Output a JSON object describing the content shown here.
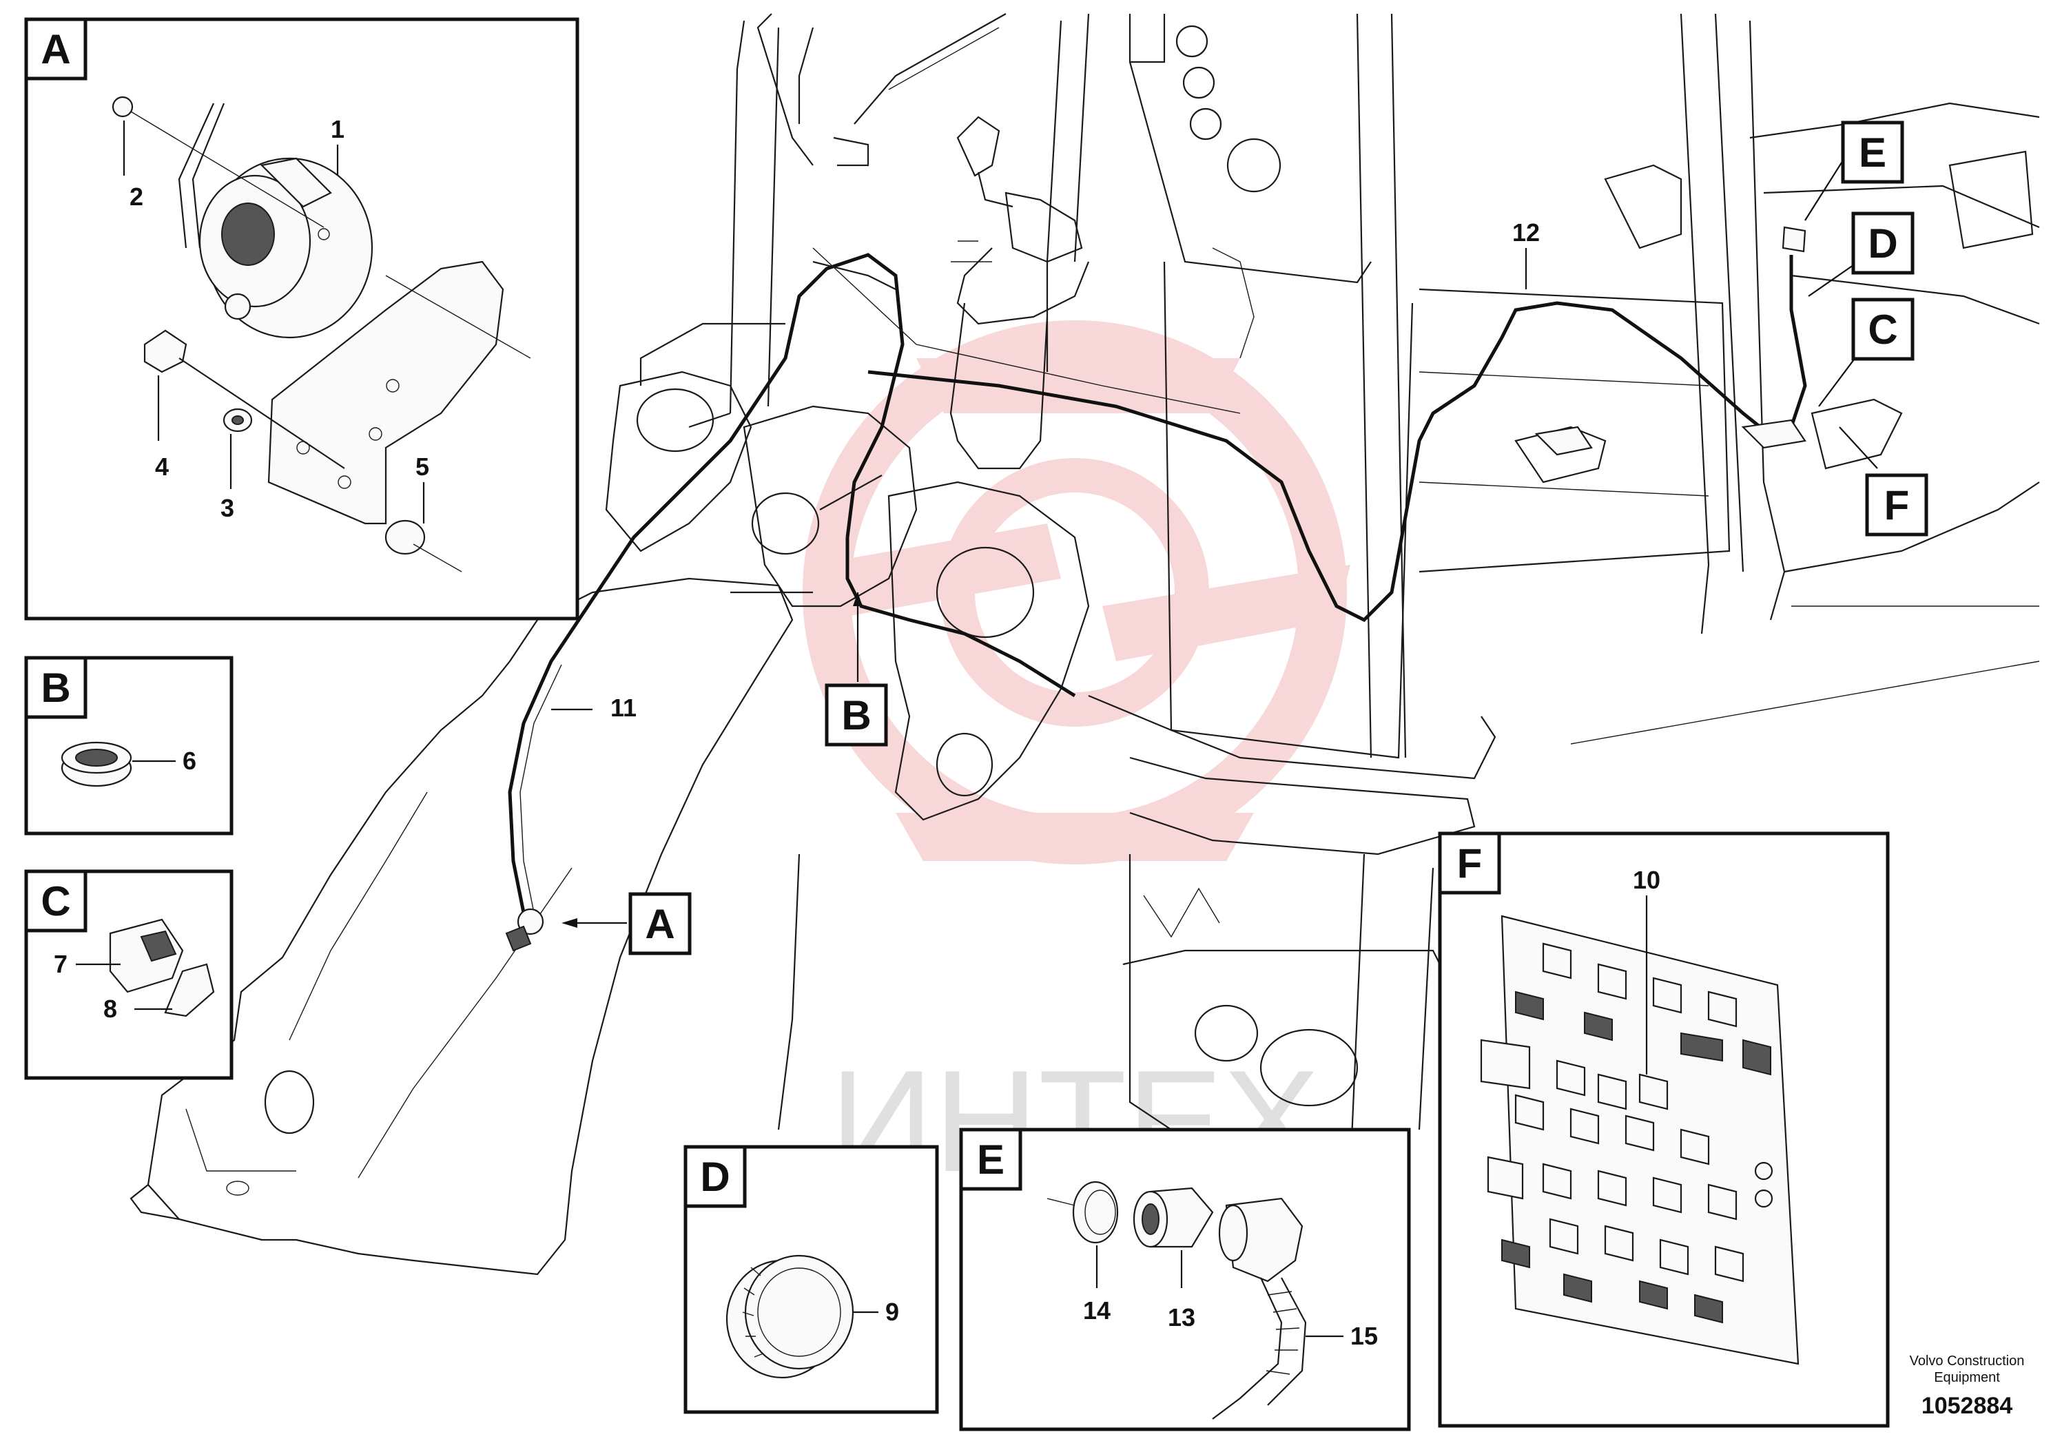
{
  "diagram": {
    "callouts": [
      "A",
      "B",
      "C",
      "D",
      "E",
      "F"
    ],
    "part_numbers": [
      "1",
      "2",
      "3",
      "4",
      "5",
      "6",
      "7",
      "8",
      "9",
      "10",
      "11",
      "12",
      "13",
      "14",
      "15"
    ]
  },
  "watermark": {
    "text": "ИНТЕХ",
    "color": "#f2b8b8"
  },
  "footer": {
    "company_line1": "Volvo Construction",
    "company_line2": "Equipment",
    "drawing_number": "1052884"
  }
}
